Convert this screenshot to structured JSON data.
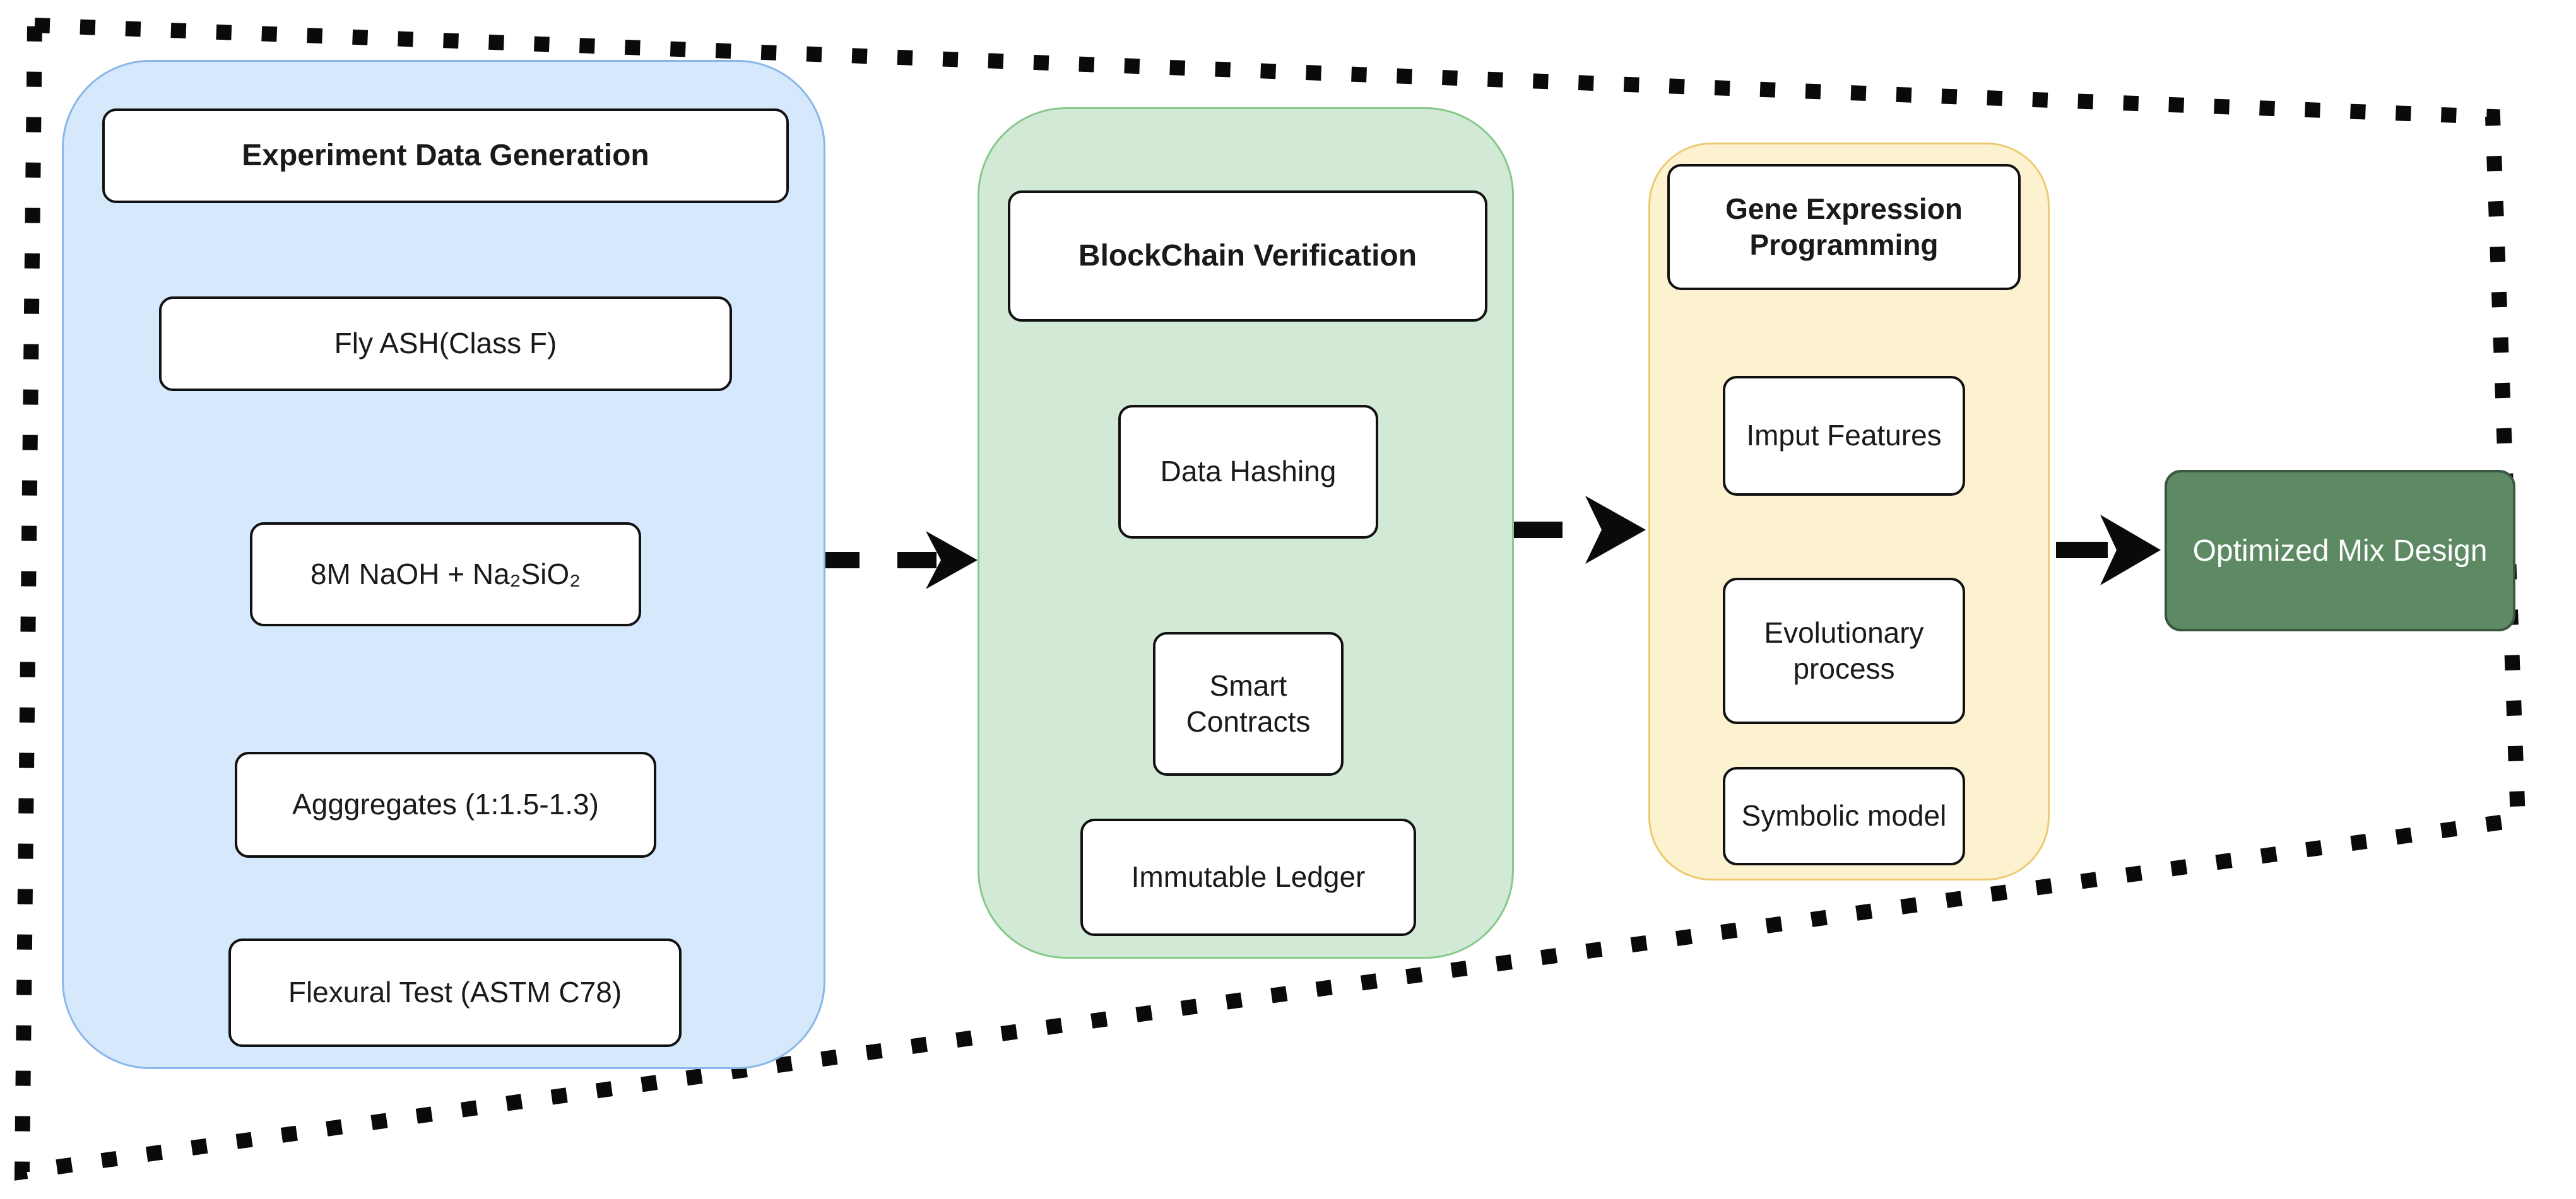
{
  "diagram": {
    "panels": [
      {
        "id": "experiment-data-generation",
        "title": "Experiment Data Generation",
        "fill": "#d6e8fb",
        "border": "#89b7e9",
        "steps": [
          "Fly ASH(Class F)",
          "8M NaOH + Na₂SiO₂",
          "Agggregates (1:1.5-1.3)",
          "Flexural Test (ASTM C78)"
        ]
      },
      {
        "id": "blockchain-verification",
        "title": "BlockChain Verification",
        "fill": "#d1e9d5",
        "border": "#86c98b",
        "steps": [
          "Data Hashing",
          "Smart Contracts",
          "Immutable Ledger"
        ]
      },
      {
        "id": "gene-expression-programming",
        "title": "Gene Expression Programming",
        "fill": "#fdf2d0",
        "border": "#ecca6f",
        "steps": [
          "Imput Features",
          "Evolutionary process",
          "Symbolic model"
        ]
      }
    ],
    "output": {
      "label": "Optimized Mix Design",
      "fill": "#5d8a63",
      "text_color": "#ffffff"
    },
    "connector_color": "#111111",
    "dashed_frame_color": "#0a0a0a"
  }
}
